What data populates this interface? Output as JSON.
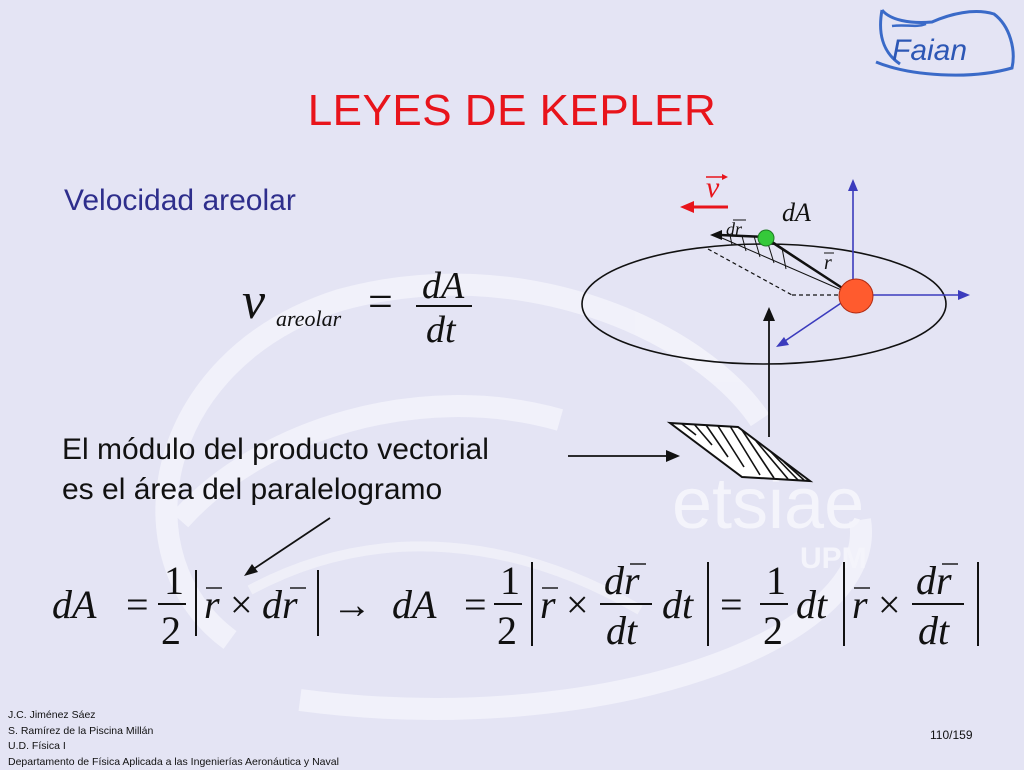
{
  "logo": {
    "text": "Faian"
  },
  "title": "LEYES DE KEPLER",
  "subtitle": "Velocidad areolar",
  "watermark": {
    "line1": "etsiae",
    "line2": "UPM"
  },
  "equation_areolar": {
    "v": "v",
    "sub": "areolar",
    "eq": "=",
    "num": "dA",
    "den": "dt"
  },
  "figure": {
    "v_label": "v",
    "dA_label": "dA",
    "dr_label": "dr",
    "r_label": "r",
    "colors": {
      "sun": "#ff5b2e",
      "planet": "#35c93a",
      "velocity": "#e8141b",
      "axes": "#3b3bbd"
    }
  },
  "statement": {
    "line1": "El módulo del producto vectorial",
    "line2": "es el área del paralelogramo"
  },
  "bottom_equation": {
    "dA": "dA",
    "eq": "=",
    "one": "1",
    "two": "2",
    "r": "r",
    "times": "×",
    "dr": "dr",
    "arrow": "→",
    "dt": "dt"
  },
  "footer": {
    "line1": "J.C. Jiménez Sáez",
    "line2": "S. Ramírez de la Piscina Millán",
    "line3": "U.D. Física I",
    "line4": "Departamento de Física Aplicada a las Ingenierías Aeronáutica y Naval",
    "page": "110/159"
  }
}
